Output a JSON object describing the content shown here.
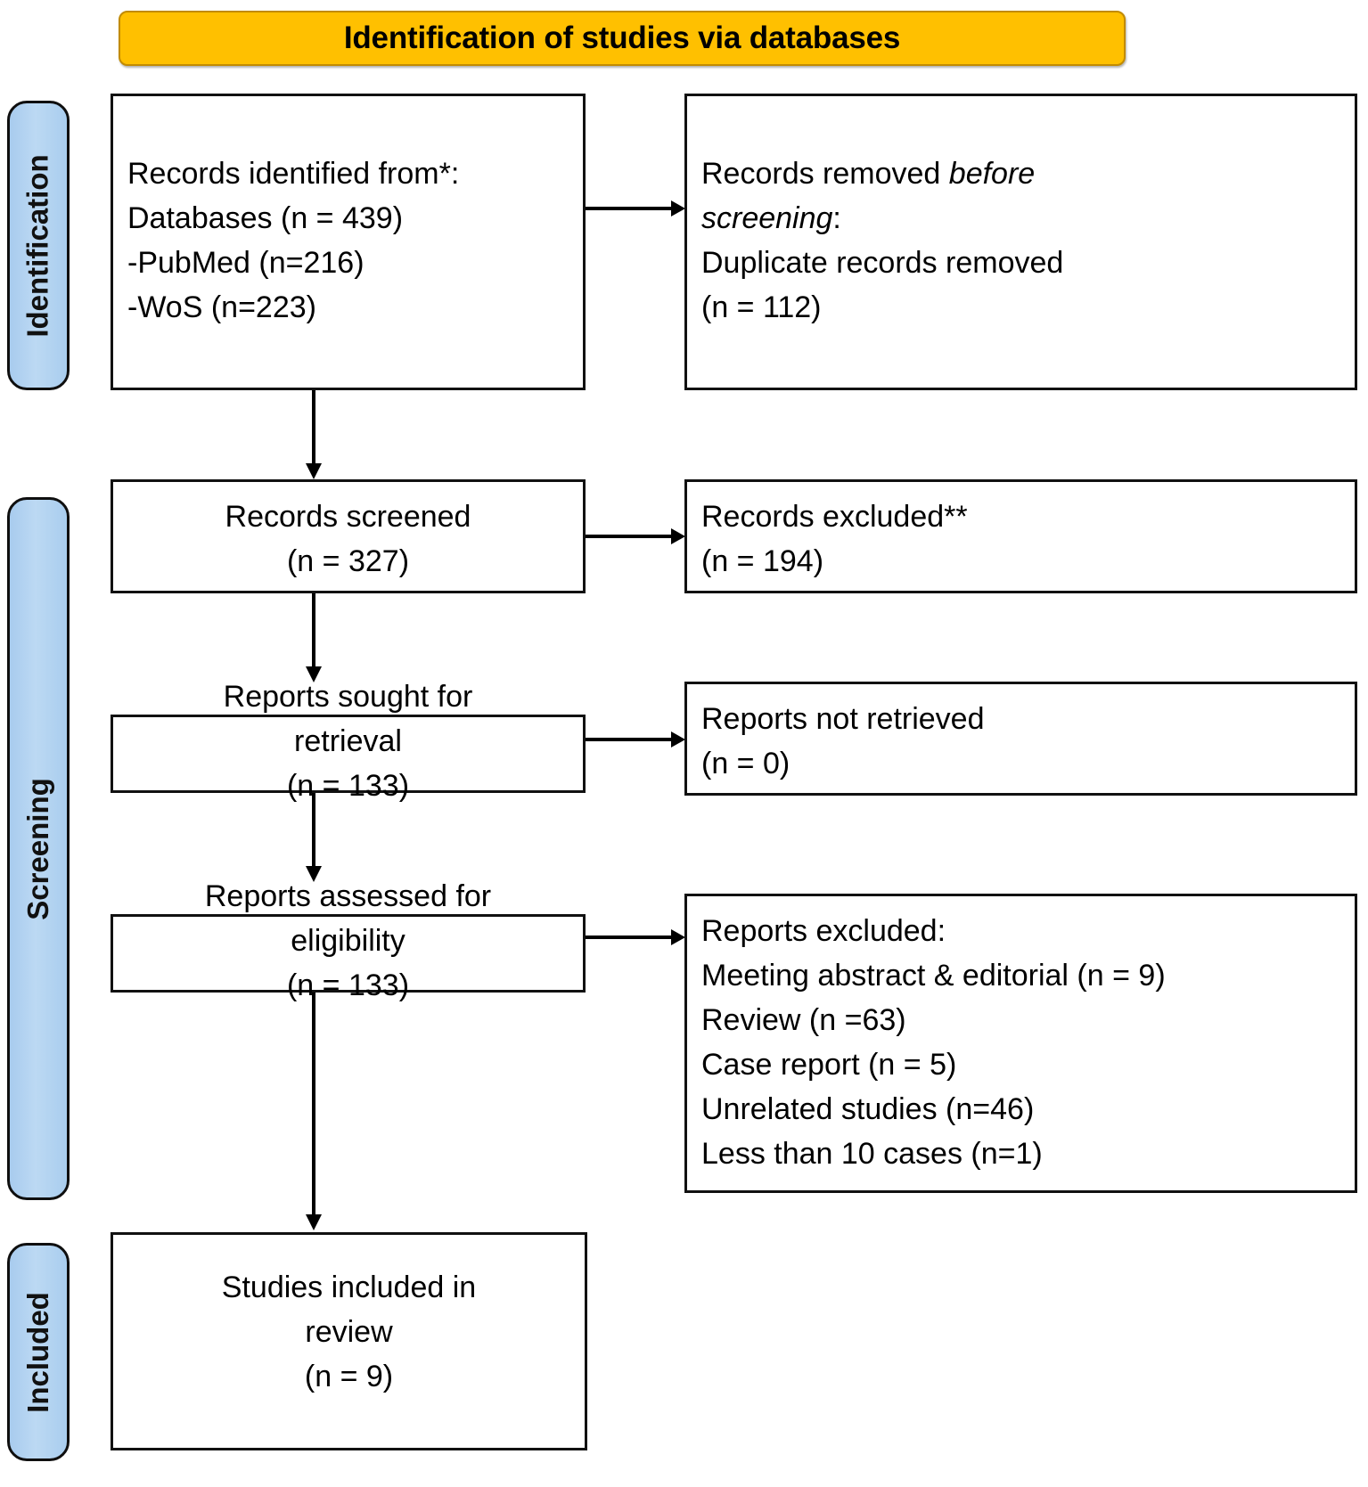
{
  "header": {
    "title": "Identification of studies via databases"
  },
  "stages": [
    {
      "id": "identification",
      "label": "Identification"
    },
    {
      "id": "screening",
      "label": "Screening"
    },
    {
      "id": "included",
      "label": "Included"
    }
  ],
  "boxes": {
    "records_identified": {
      "name": "records-identified-box",
      "lines": [
        "Records identified from*:",
        "Databases (n = 439)",
        "-PubMed (n=216)",
        "-WoS (n=223)"
      ]
    },
    "records_removed": {
      "name": "records-removed-box",
      "line1_plain": "Records removed ",
      "line1_italic": "before",
      "line2_italic": "screening",
      "line2_plain": ":",
      "line3": "Duplicate records removed",
      "line4": "(n = 112)"
    },
    "records_screened": {
      "name": "records-screened-box",
      "lines": [
        "Records screened",
        "(n = 327)"
      ]
    },
    "records_excluded": {
      "name": "records-excluded-box",
      "lines": [
        "Records excluded**",
        "(n = 194)"
      ]
    },
    "reports_sought": {
      "name": "reports-sought-box",
      "lines": [
        "Reports sought for",
        "retrieval",
        "(n = 133)"
      ]
    },
    "reports_not_retrieved": {
      "name": "reports-not-retrieved-box",
      "lines": [
        "Reports not retrieved",
        "(n = 0)"
      ]
    },
    "reports_assessed": {
      "name": "reports-assessed-box",
      "lines": [
        "Reports assessed for",
        "eligibility",
        "(n = 133)"
      ]
    },
    "reports_excluded": {
      "name": "reports-excluded-box",
      "lines": [
        "Reports excluded:",
        "Meeting abstract & editorial (n = 9)",
        "Review (n =63)",
        "Case report (n = 5)",
        "Unrelated studies (n=46)",
        "Less than 10 cases (n=1)"
      ]
    },
    "studies_included": {
      "name": "studies-included-box",
      "lines": [
        "Studies included in",
        "review",
        "(n = 9)"
      ]
    }
  },
  "colors": {
    "header_fill": "#ffc000",
    "stage_fill": "#aecfef",
    "box_border": "#111111",
    "connector": "#000000"
  }
}
